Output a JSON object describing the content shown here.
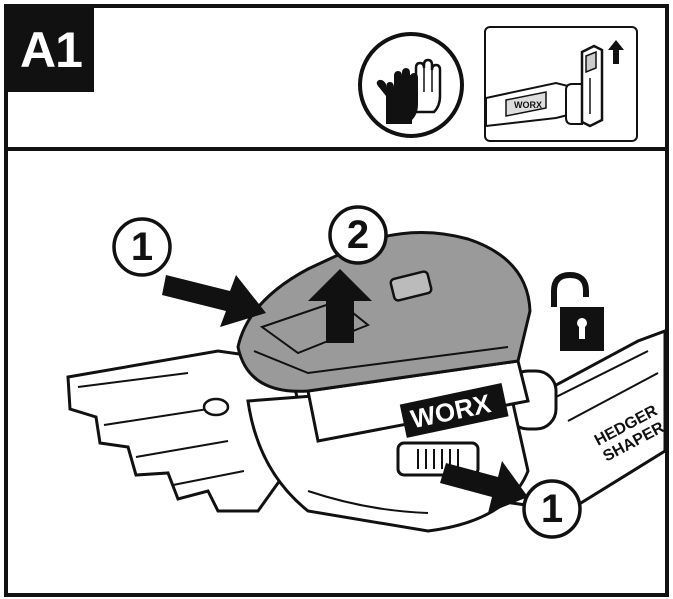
{
  "header": {
    "step_label": "A1",
    "icons": [
      "gloves-icon",
      "detail-attachment-icon"
    ]
  },
  "illustration": {
    "callouts": [
      "1",
      "2",
      "1"
    ],
    "brand_text": "WORX",
    "product_text_line1": "HEDGER",
    "product_text_line2": "SHAPER",
    "icons": [
      "unlock-icon",
      "arrow-push-icon",
      "arrow-lift-icon"
    ]
  },
  "colors": {
    "line": "#111111",
    "cover_gray": "#9a9a9a",
    "background": "#ffffff"
  }
}
